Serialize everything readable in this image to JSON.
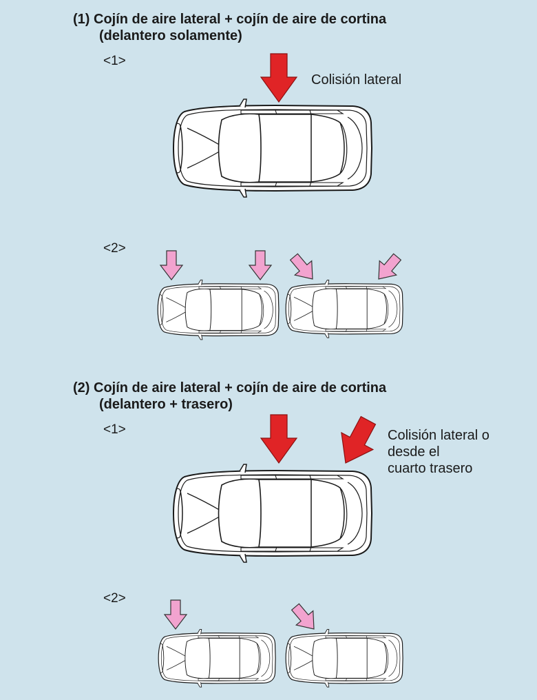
{
  "sections": [
    {
      "heading_line1": "(1) Cojín de aire lateral + cojín de aire de cortina",
      "heading_line2": "(delantero solamente)",
      "tag1": "<1>",
      "caption": "Colisión lateral",
      "tag2": "<2>"
    },
    {
      "heading_line1": "(2) Cojín de aire lateral + cojín de aire de cortina",
      "heading_line2": "(delantero + trasero)",
      "tag1": "<1>",
      "caption_lines": [
        "Colisión lateral o",
        "desde el",
        "cuarto trasero"
      ],
      "tag2": "<2>"
    }
  ],
  "colors": {
    "background": "#cfe3ec",
    "arrow_main": "#e02426",
    "arrow_secondary": "#f2a3cf",
    "car_body": "#ffffff",
    "outline": "#1a1a1a",
    "shade": "#c4c4c4"
  }
}
